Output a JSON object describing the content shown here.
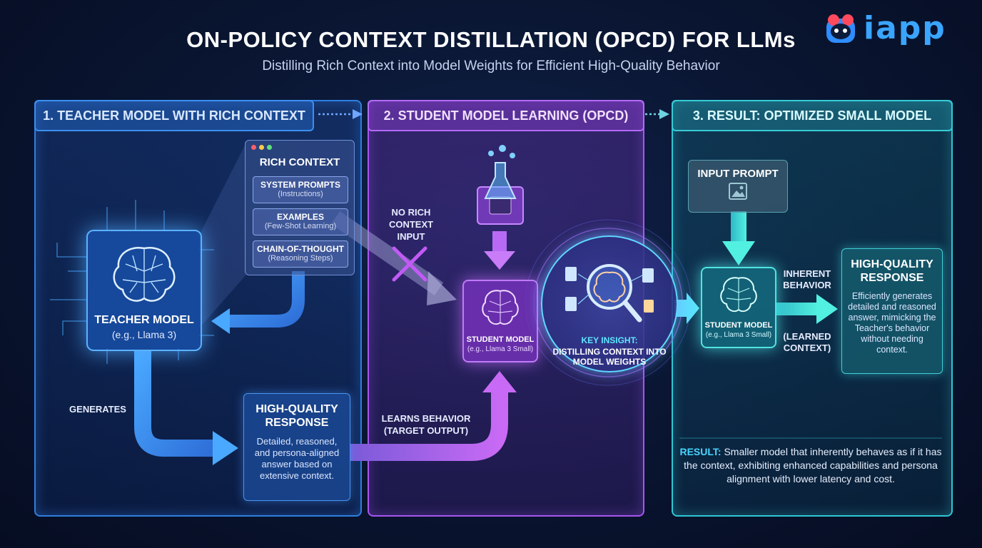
{
  "header": {
    "title": "ON-POLICY CONTEXT DISTILLATION (OPCD) FOR LLMs",
    "subtitle": "Distilling Rich Context into Model Weights for Efficient High-Quality Behavior",
    "logo_text": "iapp"
  },
  "panel1": {
    "title": "1. TEACHER MODEL WITH RICH CONTEXT",
    "rich_context": {
      "title": "RICH CONTEXT",
      "items": [
        {
          "label": "SYSTEM PROMPTS",
          "sub": "(Instructions)"
        },
        {
          "label": "EXAMPLES",
          "sub": "(Few-Shot Learning)"
        },
        {
          "label": "CHAIN-OF-THOUGHT",
          "sub": "(Reasoning Steps)"
        }
      ]
    },
    "teacher": {
      "label": "TEACHER MODEL",
      "sub": "(e.g., Llama 3)"
    },
    "generates_label": "GENERATES",
    "response": {
      "title": "HIGH-QUALITY RESPONSE",
      "body": "Detailed, reasoned, and persona-aligned answer based on extensive context."
    }
  },
  "panel2": {
    "title": "2. STUDENT MODEL LEARNING (OPCD)",
    "no_context_label": "NO RICH CONTEXT INPUT",
    "student": {
      "label": "STUDENT MODEL",
      "sub": "(e.g., Llama 3 Small)"
    },
    "learns_label": "LEARNS BEHAVIOR (TARGET OUTPUT)",
    "insight": {
      "title": "KEY INSIGHT:",
      "body": "DISTILLING CONTEXT INTO MODEL WEIGHTS"
    }
  },
  "panel3": {
    "title": "3. RESULT: OPTIMIZED SMALL MODEL",
    "input_prompt": "INPUT PROMPT",
    "student": {
      "label": "STUDENT MODEL",
      "sub": "(e.g., Llama 3 Small)"
    },
    "inherent_label": "INHERENT BEHAVIOR",
    "learned_label": "(LEARNED CONTEXT)",
    "response": {
      "title": "HIGH-QUALITY RESPONSE",
      "body": "Efficiently generates detailed and reasoned answer, mimicking the Teacher's behavior without needing context."
    },
    "result_key": "RESULT:",
    "result_text": "Smaller model that inherently behaves as if it has the context, exhibiting enhanced capabilities and persona alignment with lower latency and cost."
  }
}
